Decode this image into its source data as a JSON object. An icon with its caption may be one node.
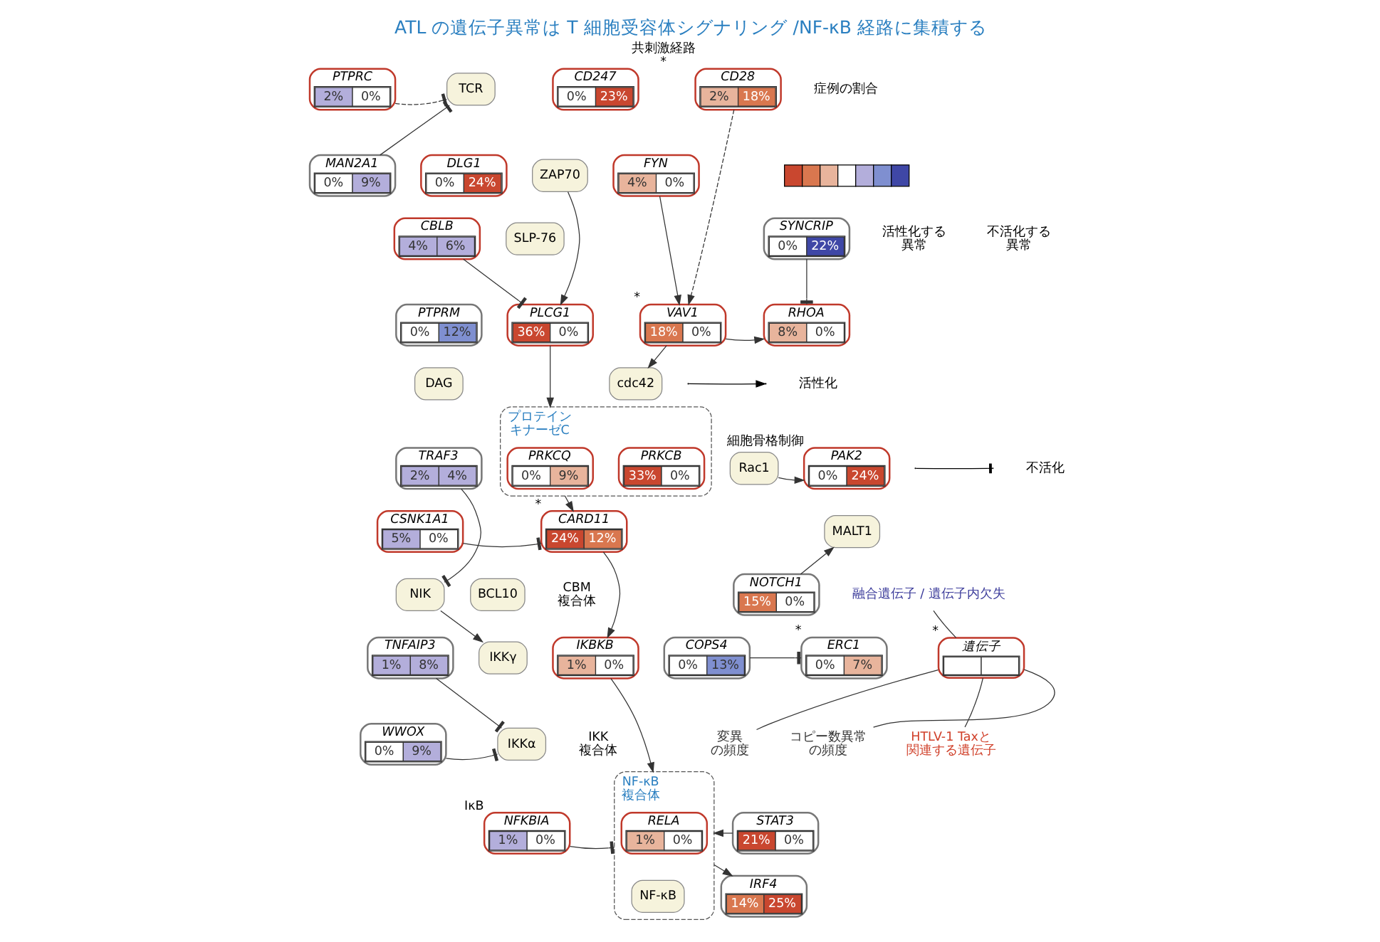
{
  "diagram": {
    "title": "ATL の遺伝子異常は T 細胞受容体シグナリング /NF-κB 経路に集積する",
    "nodes": [
      {
        "text": [
          "PTPRC",
          "2%",
          "0%"
        ]
      },
      {
        "text": [
          "TCR"
        ]
      },
      {
        "text": [
          "CD247",
          "0%",
          "23%"
        ]
      },
      {
        "text": [
          "CD28",
          "2%",
          "18%"
        ],
        "beside": [
          "共刺激経路",
          "*"
        ]
      },
      {
        "text": [
          "MAN2A1",
          "0%",
          "9%"
        ]
      },
      {
        "text": [
          "DLG1",
          "0%",
          "24%"
        ]
      },
      {
        "text": [
          "ZAP70"
        ]
      },
      {
        "text": [
          "FYN",
          "4%",
          "0%"
        ]
      },
      {
        "text": [
          "CBLB",
          "4%",
          "6%"
        ]
      },
      {
        "text": [
          "SLP-76"
        ]
      },
      {
        "text": [
          "PLCG1",
          "36%",
          "0%"
        ]
      },
      {
        "text": [
          "VAV1",
          "18%",
          "0%"
        ],
        "beside": [
          "*"
        ]
      },
      {
        "text": [
          "SYNCRIP",
          "0%",
          "22%"
        ]
      },
      {
        "text": [
          "PTPRM",
          "0%",
          "12%"
        ]
      },
      {
        "text": [
          "RHOA",
          "8%",
          "0%"
        ]
      },
      {
        "text": [
          "DAG"
        ]
      },
      {
        "text": [
          "プロテインキナーゼC"
        ]
      },
      {
        "text": [
          "PRKCQ",
          "0%",
          "9%"
        ],
        "in": 16
      },
      {
        "text": [
          "PRKCB",
          "33%",
          "0%"
        ],
        "in": 16
      },
      {
        "text": [
          "cdc42"
        ]
      },
      {
        "text": [
          "Rac1"
        ]
      },
      {
        "text": [
          "PAK2",
          "0%",
          "24%"
        ],
        "beside": [
          "細胞骨格制御"
        ]
      },
      {
        "text": [
          "TRAF3",
          "2%",
          "4%"
        ]
      },
      {
        "text": [
          "CSNK1A1",
          "5%",
          "0%"
        ]
      },
      {
        "text": [
          "CARD11",
          "24%",
          "12%"
        ],
        "beside": [
          "*"
        ]
      },
      {
        "text": [
          "MALT1"
        ]
      },
      {
        "text": [
          "BCL10"
        ]
      },
      {
        "text": [
          "NOTCH1",
          "15%",
          "0%"
        ]
      },
      {
        "text": [
          "NIK"
        ]
      },
      {
        "text": [
          "IKKγ"
        ]
      },
      {
        "text": [
          "IKKα"
        ]
      },
      {
        "text": [
          "IKBKB",
          "1%",
          "0%"
        ]
      },
      {
        "text": [
          "ERC1",
          "0%",
          "7%"
        ],
        "beside": [
          "*"
        ]
      },
      {
        "text": [
          "COPS4",
          "0%",
          "13%"
        ]
      },
      {
        "text": [
          "TNFAIP3",
          "1%",
          "8%"
        ]
      },
      {
        "text": [
          "WWOX",
          "0%",
          "9%"
        ]
      },
      {
        "text": [
          "NF-κB 複合体"
        ]
      },
      {
        "text": [
          "RELA",
          "1%",
          "0%"
        ],
        "in": 36
      },
      {
        "text": [
          "NF-κB"
        ],
        "in": 36
      },
      {
        "text": [
          "NFKBIA",
          "1%",
          "0%"
        ],
        "beside": [
          "IκB"
        ]
      },
      {
        "text": [
          "STAT3",
          "21%",
          "0%"
        ]
      },
      {
        "text": [
          "IRF4",
          "14%",
          "25%"
        ]
      },
      {
        "text": [
          "遺伝子"
        ],
        "beside": [
          "*"
        ]
      },
      {
        "text": [
          "融合遺伝子 / 遺伝子内欠失"
        ]
      },
      {
        "text": [
          "変異の頻度"
        ]
      },
      {
        "text": [
          "コピー数異常の頻度"
        ]
      },
      {
        "text": [
          "HTLV-1 Taxと関連する遺伝子"
        ]
      }
    ],
    "edges": [
      {
        "from": 0,
        "to": 1,
        "arrow": "other",
        "style": "dashed"
      },
      {
        "from": 4,
        "to": 1,
        "arrow": "other"
      },
      {
        "from": 6,
        "to": 10,
        "arrow": "to"
      },
      {
        "from": 7,
        "to": 11,
        "arrow": "to"
      },
      {
        "from": 3,
        "to": 11,
        "arrow": "to",
        "style": "dashed"
      },
      {
        "from": 8,
        "to": 10,
        "arrow": "other"
      },
      {
        "from": 12,
        "to": 14,
        "arrow": "other"
      },
      {
        "from": 11,
        "to": 14,
        "arrow": "to"
      },
      {
        "from": 11,
        "to": 19,
        "arrow": "to"
      },
      {
        "from": 10,
        "to": 16,
        "arrow": "to"
      },
      {
        "from": 20,
        "to": 21,
        "arrow": "to"
      },
      {
        "from": 16,
        "to": 24,
        "arrow": "to"
      },
      {
        "from": 23,
        "to": 24,
        "arrow": "other"
      },
      {
        "from": 27,
        "to": 25,
        "arrow": "to"
      },
      {
        "from": 22,
        "to": 28,
        "arrow": "other"
      },
      {
        "from": 28,
        "to": 29,
        "arrow": "to"
      },
      {
        "from": 34,
        "to": 30,
        "arrow": "other"
      },
      {
        "from": 35,
        "to": 30,
        "arrow": "other"
      },
      {
        "from": 24,
        "to": 31,
        "arrow": "to"
      },
      {
        "from": 33,
        "to": 32,
        "arrow": "other"
      },
      {
        "from": 31,
        "to": 36,
        "arrow": "to"
      },
      {
        "from": 39,
        "to": 36,
        "arrow": "other"
      },
      {
        "from": 40,
        "to": 36,
        "arrow": "to"
      },
      {
        "from": 36,
        "to": 41,
        "arrow": "to"
      },
      {
        "from": 43,
        "to": 42,
        "arrow": "none"
      },
      {
        "from": 44,
        "to": 42,
        "arrow": "none"
      },
      {
        "from": 45,
        "to": 42,
        "arrow": "none"
      },
      {
        "from": 46,
        "to": 42,
        "arrow": "none"
      }
    ],
    "labels": [
      "症例の割合",
      "CBM 複合体",
      "IKK 複合体"
    ],
    "legend": [
      {
        "text": "活性化する異常",
        "color": "#c9472f"
      },
      {
        "text": "不活化する異常",
        "color": "#3f47a6"
      },
      {
        "text": "活性化"
      },
      {
        "text": "不活化"
      }
    ]
  }
}
